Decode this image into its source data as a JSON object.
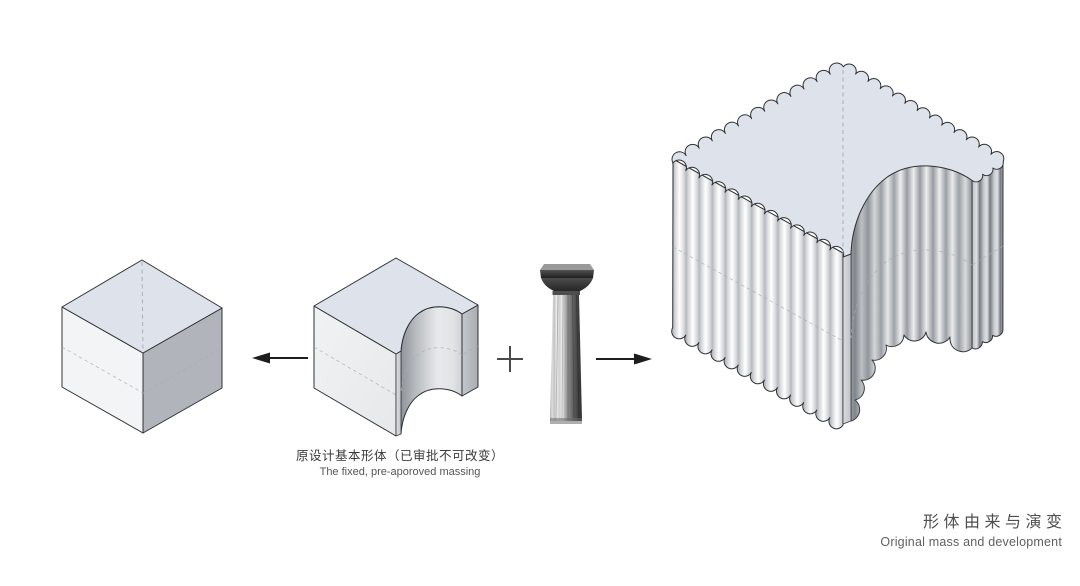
{
  "page": {
    "background": "#ffffff"
  },
  "captions": {
    "massing": {
      "zh": "原设计基本形体（已审批不可改变）",
      "en": "The fixed, pre-aporoved massing"
    },
    "title": {
      "zh": "形体由来与演变",
      "en": "Original mass and development"
    }
  },
  "operators": {
    "subtract_arrow_icon": "left-arrow",
    "add_sign_icon": "plus",
    "result_arrow_icon": "right-arrow"
  },
  "colors": {
    "top_face": "#dee2eb",
    "cube_left_face": "#f3f4f6",
    "cube_right_face": "#b1b4ba",
    "outline": "#2e3033",
    "background": "#ffffff"
  }
}
